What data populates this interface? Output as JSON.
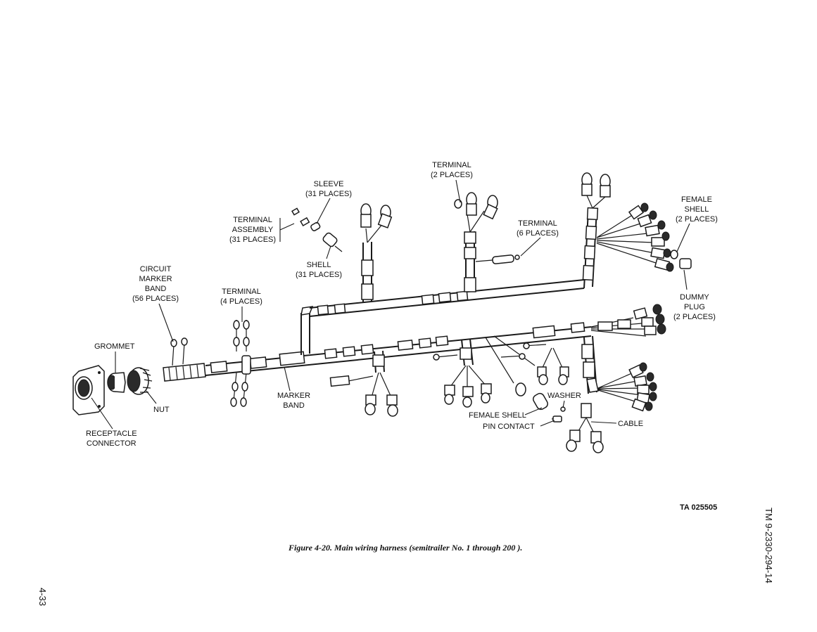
{
  "figure": {
    "caption": "Figure 4-20. Main wiring harness (semitrailer No. 1 through 200 ).",
    "ta_code": "TA 025505",
    "document_number": "TM 9-2330-294-14",
    "page_number": "4-33"
  },
  "callouts": {
    "sleeve": "SLEEVE\n(31 PLACES)",
    "terminal_2": "TERMINAL\n(2 PLACES)",
    "terminal_assembly": "TERMINAL\nASSEMBLY\n(31 PLACES)",
    "terminal_6": "TERMINAL\n(6 PLACES)",
    "female_shell_2": "FEMALE\nSHELL\n(2 PLACES)",
    "shell": "SHELL\n(31 PLACES)",
    "circuit_marker_band": "CIRCUIT\nMARKER\nBAND\n(56 PLACES)",
    "terminal_4": "TERMINAL\n(4 PLACES)",
    "dummy_plug": "DUMMY\nPLUG\n(2 PLACES)",
    "grommet": "GROMMET",
    "nut": "NUT",
    "receptacle_connector": "RECEPTACLE\nCONNECTOR",
    "marker_band": "MARKER\nBAND",
    "washer": "WASHER",
    "female_shell": "FEMALE SHELL",
    "pin_contact": "PIN CONTACT",
    "cable": "CABLE"
  }
}
